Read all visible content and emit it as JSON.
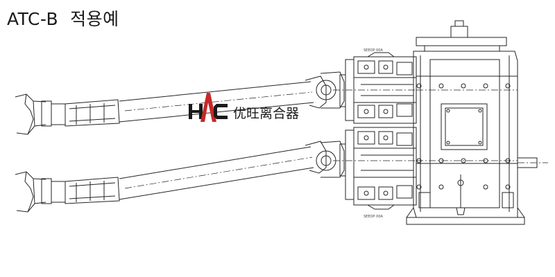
{
  "title": "ATC-B  적용예",
  "logo": {
    "mark": "HAC",
    "text": "优旺离合器",
    "mark_color": "#1a1a1a",
    "accent_color": "#c62828"
  },
  "line_color": "#222222",
  "note_label": "SEEOP 00A"
}
